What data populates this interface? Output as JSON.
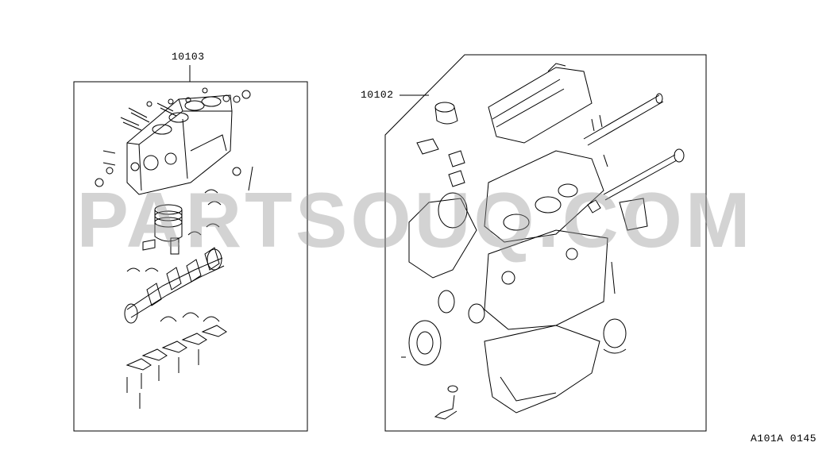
{
  "assemblies": [
    {
      "part_number": "10103"
    },
    {
      "part_number": "10102"
    }
  ],
  "watermark": "PARTSOUQ.COM",
  "page_code": "A101A 0145",
  "colors": {
    "line": "#000000",
    "watermark": "#969696",
    "background": "#ffffff"
  }
}
